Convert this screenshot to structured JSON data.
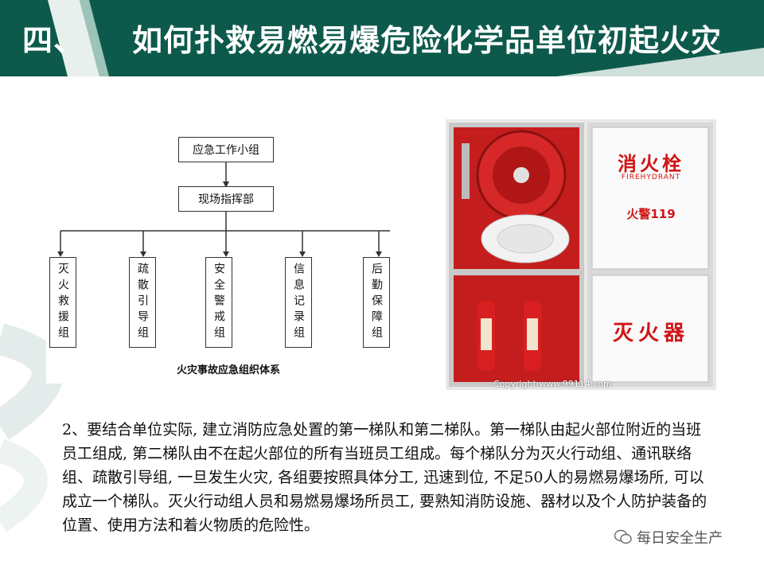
{
  "header": {
    "number": "四、",
    "title": "如何扑救易燃易爆危险化学品单位初起火灾",
    "colors": {
      "band": "#0d5a4c",
      "accent": "#2d8a73"
    }
  },
  "org_chart": {
    "top": "应急工作小组",
    "middle": "现场指挥部",
    "groups": [
      "灭火救援组",
      "疏散引导组",
      "安全警戒组",
      "信息记录组",
      "后勤保障组"
    ],
    "caption": "火灾事故应急组织体系"
  },
  "cabinet": {
    "upper_sign": "消火栓",
    "upper_sign_en": "FIREHYDRANT",
    "alarm": "火警119",
    "lower_sign": "灭火器",
    "copyright": "Copyright www.99114.com"
  },
  "body": {
    "paragraph": "2、要结合单位实际, 建立消防应急处置的第一梯队和第二梯队。第一梯队由起火部位附近的当班员工组成, 第二梯队由不在起火部位的所有当班员工组成。每个梯队分为灭火行动组、通讯联络组、疏散引导组, 一旦发生火灾, 各组要按照具体分工, 迅速到位, 不足50人的易燃易爆场所, 可以成立一个梯队。灭火行动组人员和易燃易爆场所员工, 要熟知消防设施、器材以及个人防护装备的位置、使用方法和着火物质的危险性。"
  },
  "watermark": {
    "text": "每日安全生产",
    "icon": "wechat-icon"
  }
}
